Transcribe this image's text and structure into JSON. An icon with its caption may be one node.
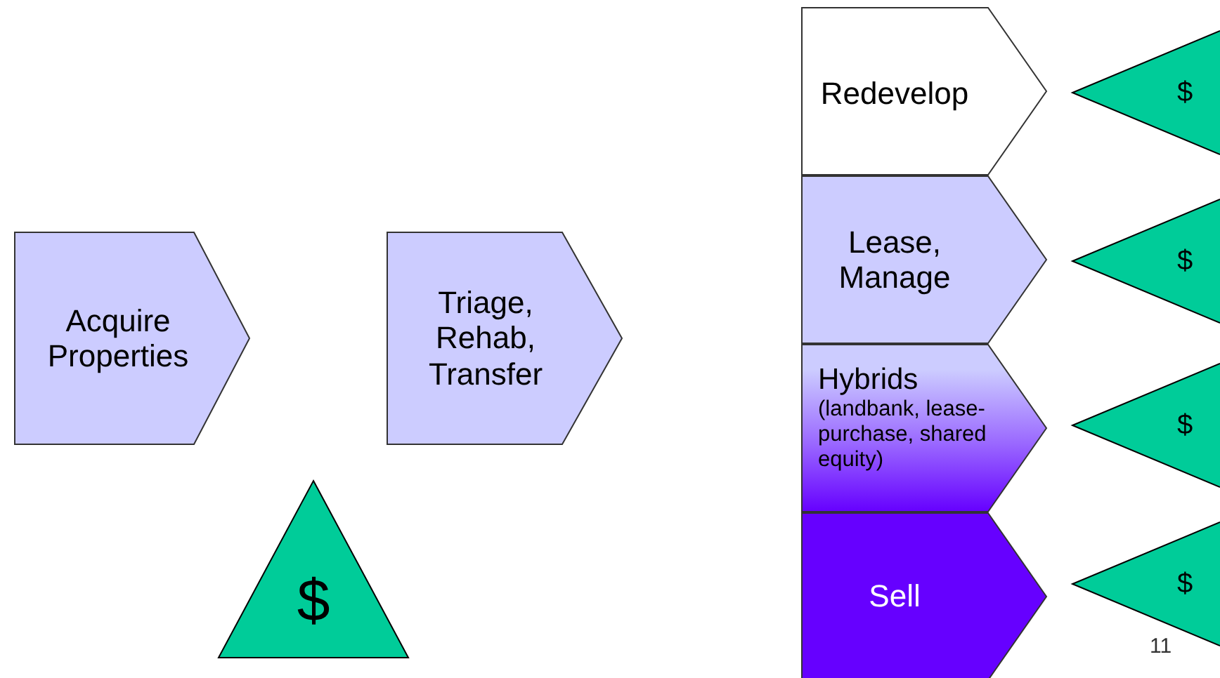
{
  "diagram": {
    "nodes": [
      {
        "text": [
          "Acquire Properties"
        ]
      },
      {
        "text": [
          "Triage, Rehab, Transfer"
        ]
      },
      {
        "text": [
          "$"
        ]
      },
      {
        "text": [
          "Redevelop"
        ]
      },
      {
        "text": [
          "$"
        ]
      },
      {
        "text": [
          "Lease, Manage"
        ]
      },
      {
        "text": [
          "$"
        ]
      },
      {
        "text": [
          "Hybrids",
          "(landbank, lease-purchase, shared equity)"
        ]
      },
      {
        "text": [
          "$"
        ]
      },
      {
        "text": [
          "Sell"
        ]
      },
      {
        "text": [
          "$"
        ]
      }
    ],
    "labels": [
      "11"
    ]
  }
}
